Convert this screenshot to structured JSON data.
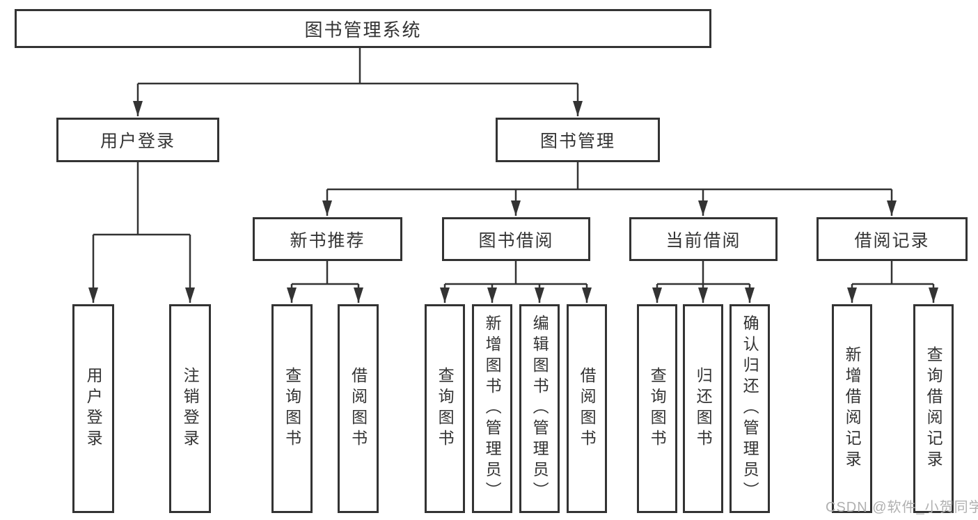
{
  "page": {
    "background_color": "#ffffff",
    "line_color": "#333333",
    "text_color": "#333333"
  },
  "tree": {
    "root": {
      "label": "图书管理系统"
    },
    "branches": [
      {
        "label": "用户登录",
        "children": [
          {
            "label": "用户登录"
          },
          {
            "label": "注销登录"
          }
        ]
      },
      {
        "label": "图书管理",
        "groups": [
          {
            "label": "新书推荐",
            "children": [
              {
                "label": "查询图书"
              },
              {
                "label": "借阅图书"
              }
            ]
          },
          {
            "label": "图书借阅",
            "children": [
              {
                "label": "查询图书"
              },
              {
                "label": "新增图书（管理员）"
              },
              {
                "label": "编辑图书（管理员）"
              },
              {
                "label": "借阅图书"
              }
            ]
          },
          {
            "label": "当前借阅",
            "children": [
              {
                "label": "查询图书"
              },
              {
                "label": "归还图书"
              },
              {
                "label": "确认归还（管理员）"
              }
            ]
          },
          {
            "label": "借阅记录",
            "children": [
              {
                "label": "新增借阅记录"
              },
              {
                "label": "查询借阅记录"
              }
            ]
          }
        ]
      }
    ]
  },
  "watermark": {
    "text": "CSDN @软件_小贺同学",
    "color": "#b0b0b0"
  }
}
